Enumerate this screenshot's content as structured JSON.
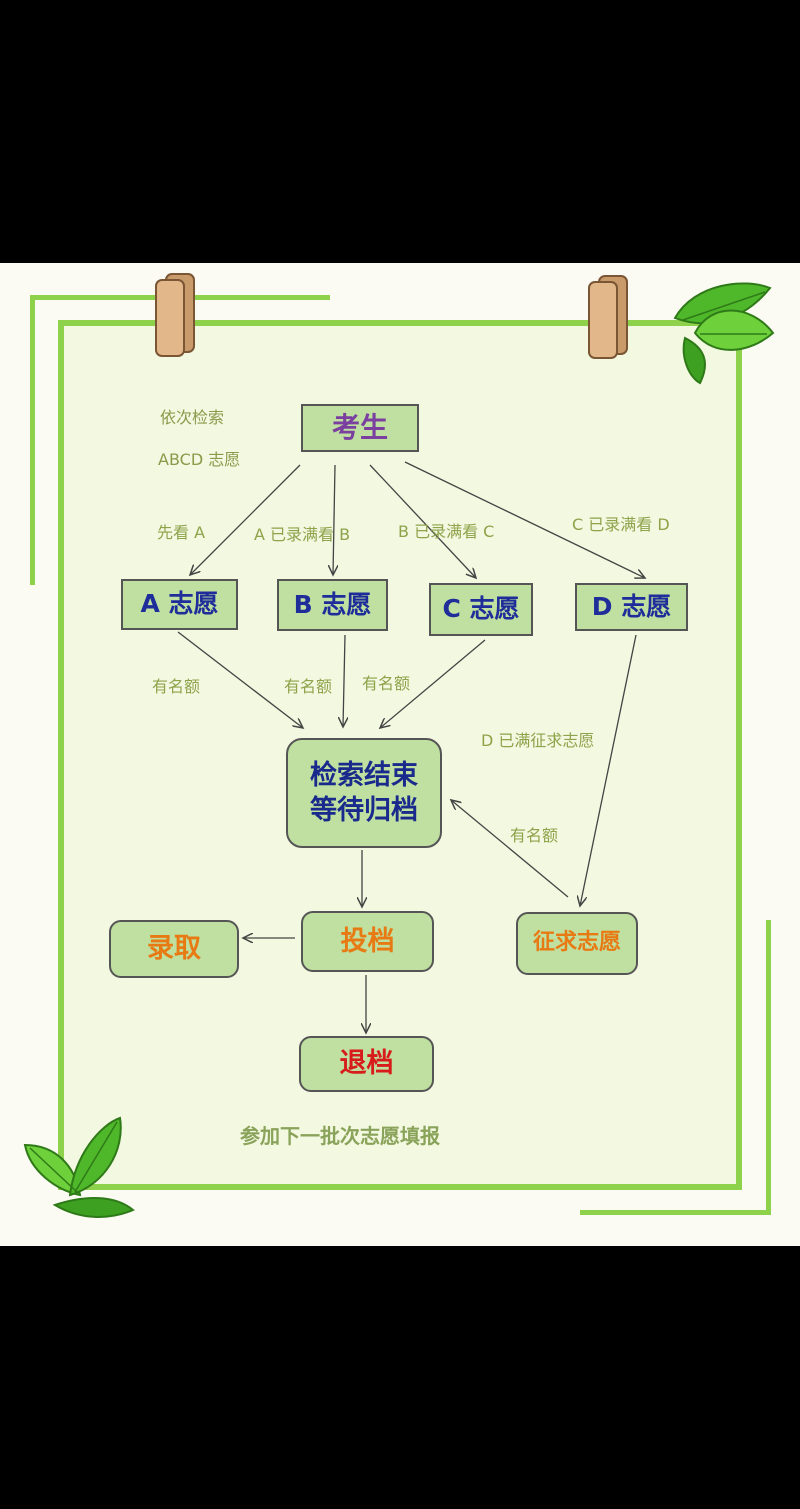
{
  "notes": {
    "line1": "依次检索",
    "line2": "ABCD 志愿"
  },
  "nodes": {
    "student": "考生",
    "a": "A 志愿",
    "b": "B 志愿",
    "c": "C 志愿",
    "d": "D 志愿",
    "wait": "检索结束\n等待归档",
    "submit": "投档",
    "admit": "录取",
    "solicit": "征求志愿",
    "reject": "退档"
  },
  "edge_labels": {
    "to_a": "先看 A",
    "to_b": "A 已录满看 B",
    "to_c": "B 已录满看 C",
    "to_d": "C 已录满看 D",
    "a_quota": "有名额",
    "b_quota": "有名额",
    "c_quota": "有名额",
    "d_full": "D 已满征求志愿",
    "solicit_quota": "有名额"
  },
  "footer": {
    "next_batch": "参加下一批次志愿填报"
  },
  "colors": {
    "frame": "#8ed14a",
    "node_fill": "#bfe0a0",
    "student_text": "#7b3fa0",
    "abcd_text": "#1f2d9a",
    "wait_text": "#1a2a8c",
    "orange_text": "#e87a14",
    "red_text": "#d81b1b",
    "label_text": "#8ea34a"
  }
}
